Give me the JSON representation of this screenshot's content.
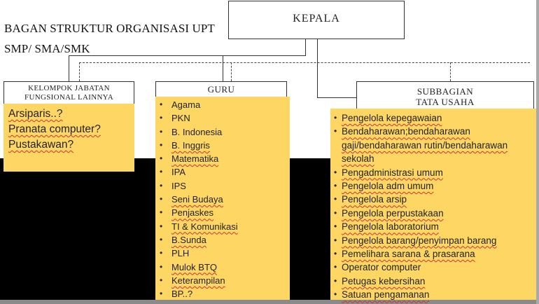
{
  "title": {
    "line1": "BAGAN STRUKTUR ORGANISASI UPT",
    "line2": "SMP/ SMA/SMK"
  },
  "kepala": {
    "label": "KEPALA"
  },
  "kelompok": {
    "header_line1": "KELOMPOK JABATAN",
    "header_line2": "FUNGSIONAL LAINNYA",
    "items": [
      "Arsiparis..?",
      "Pranata computer?",
      "Pustakawan?"
    ]
  },
  "guru": {
    "header": "GURU",
    "bullet": "•",
    "items": [
      "Agama",
      "PKN",
      "B. Indonesia",
      "B. Inggris",
      "Matematika",
      "IPA",
      "IPS",
      "Seni Budaya",
      "Penjaskes",
      "TI & Komunikasi",
      "B.Sunda",
      "PLH",
      "Mulok BTQ",
      "Keterampilan",
      "BP..?"
    ]
  },
  "subbagian": {
    "header_line1": "SUBBAGIAN",
    "header_line2": "TATA USAHA",
    "bullet": "•",
    "items": [
      "Pengelola kepegawaian",
      "Bendaharawan;bendaharawan gaji/bendaharawan rutin/bendaharawan sekolah",
      "Pengadministrasi umum",
      "Pengelola adm umum",
      "Pengelola arsip",
      "Pengelola perpustakaan",
      "Pengelola laboratorium",
      "Pengelola barang/penyimpan barang",
      "Pemelihara sarana & prasarana",
      "Operator computer",
      "Petugas kebersihan",
      "Satuan pengamanan"
    ]
  },
  "colors": {
    "box_fill": "#fdd664",
    "background": "#ffffff",
    "lower_background": "#000000",
    "line": "#333333"
  }
}
